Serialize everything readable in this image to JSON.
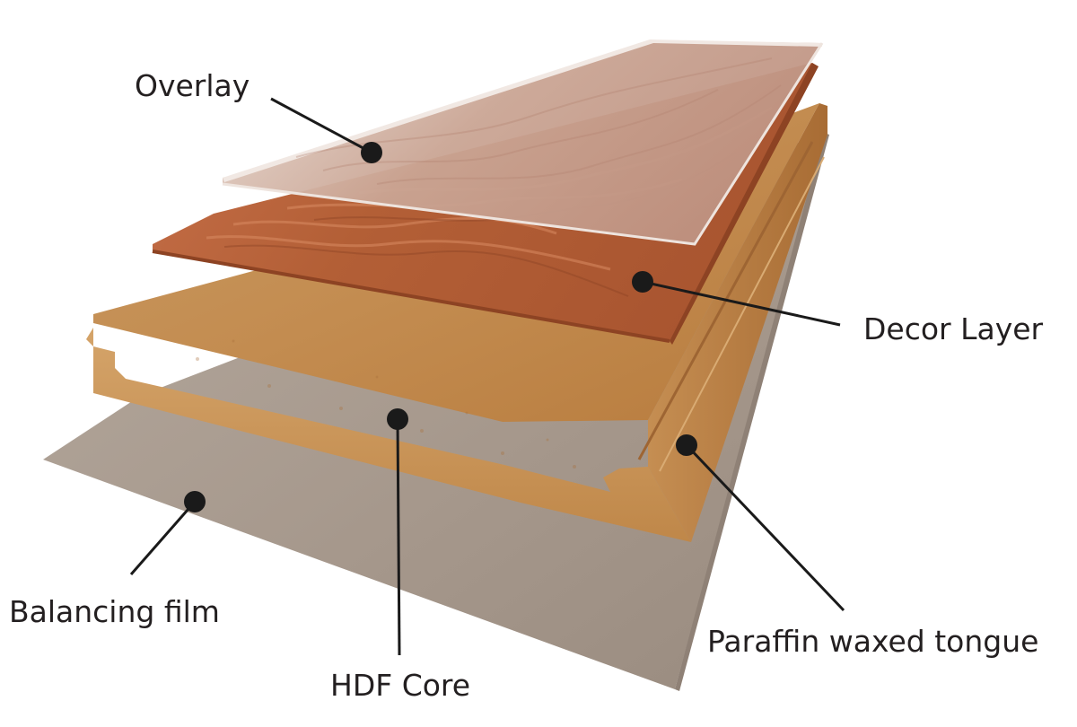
{
  "labels": {
    "overlay": "Overlay",
    "decor_layer": "Decor Layer",
    "hdf_core": "HDF Core",
    "balancing_film": "Balancing film",
    "tongue": "Paraffin waxed tongue"
  },
  "colors": {
    "overlay": "#e3cfc4",
    "decor": "#b9653c",
    "core_top": "#c79056",
    "core_edge": "#b77b3f",
    "balancing_film": "#a79a8e",
    "leader": "#1a1a1a",
    "label_text": "#231f20"
  }
}
